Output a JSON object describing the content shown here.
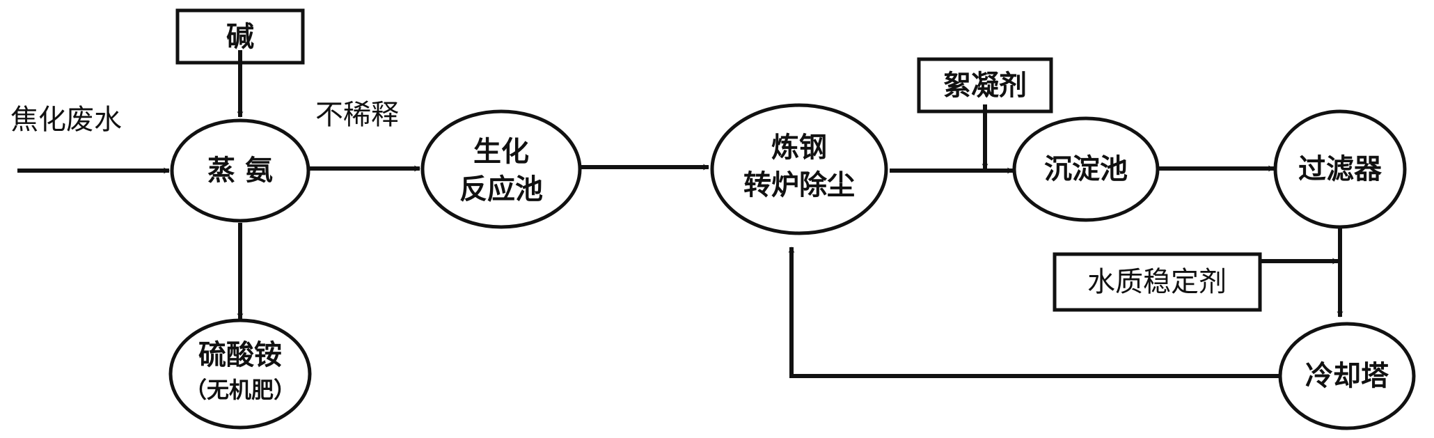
{
  "inputs": {
    "feed": "焦化废水",
    "no_dilution": "不稀释"
  },
  "reagents": {
    "alkali": "碱",
    "flocculant": "絮凝剂",
    "stabilizer": "水质稳定剂"
  },
  "nodes": {
    "ammonia_still": "蒸 氨",
    "bioreactor": [
      "生化",
      "反应池"
    ],
    "converter": [
      "炼钢",
      "转炉除尘"
    ],
    "settling": "沉淀池",
    "filter": "过滤器",
    "cooling": "冷却塔",
    "fertilizer": [
      "硫酸铵",
      "（无机肥）"
    ]
  },
  "colors": {
    "ink": "#111111",
    "background": "#ffffff"
  }
}
